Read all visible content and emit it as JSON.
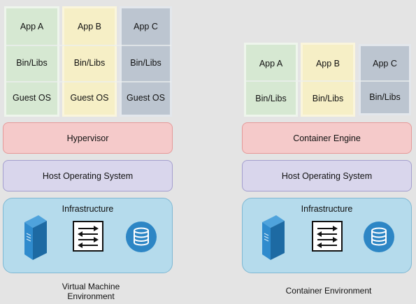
{
  "vm": {
    "apps": [
      {
        "app": "App A",
        "libs": "Bin/Libs",
        "os": "Guest OS",
        "fill": "#d6e8d2",
        "border": "#eef5ec"
      },
      {
        "app": "App B",
        "libs": "Bin/Libs",
        "os": "Guest OS",
        "fill": "#f6efc6",
        "border": "#faf5dc"
      },
      {
        "app": "App C",
        "libs": "Bin/Libs",
        "os": "Guest OS",
        "fill": "#bcc5d0",
        "border": "#e3e7ec"
      }
    ],
    "hypervisor": "Hypervisor",
    "host_os": "Host Operating System",
    "infrastructure": "Infrastructure",
    "caption_line1": "Virtual Machine",
    "caption_line2": "Environment"
  },
  "container": {
    "apps": [
      {
        "app": "App A",
        "libs": "Bin/Libs",
        "fill": "#d6e8d2",
        "border": "#eef5ec"
      },
      {
        "app": "App B",
        "libs": "Bin/Libs",
        "fill": "#f6efc6",
        "border": "#faf5dc"
      },
      {
        "app": "App C",
        "libs": "Bin/Libs",
        "fill": "#bcc5d0",
        "border": "#e3e7ec"
      }
    ],
    "engine": "Container Engine",
    "host_os": "Host Operating System",
    "infrastructure": "Infrastructure",
    "caption": "Container Environment"
  },
  "colors": {
    "background": "#e4e4e4",
    "hypervisor_fill": "#f5caca",
    "host_os_fill": "#d9d6ec",
    "infrastructure_fill": "#b5dbec",
    "server_blue": "#2d86c5",
    "database_blue": "#2d86c5"
  },
  "icons": [
    "server-icon",
    "network-switch-icon",
    "database-icon"
  ]
}
